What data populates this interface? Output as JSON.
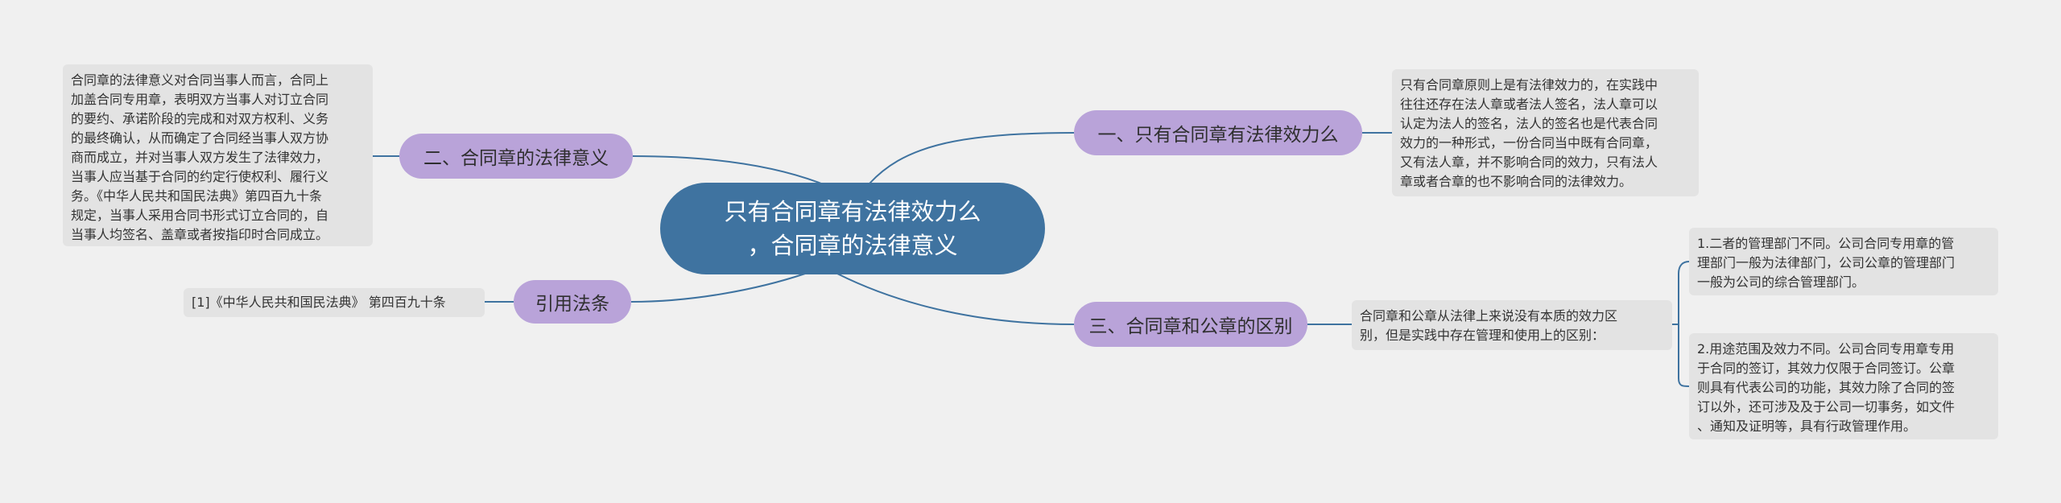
{
  "root": {
    "title": "只有合同章有法律效力么\n，合同章的法律意义"
  },
  "branches": {
    "b1": {
      "label": "一、只有合同章有法律效力么"
    },
    "b2": {
      "label": "二、合同章的法律意义"
    },
    "b3": {
      "label": "三、合同章和公章的区别"
    },
    "b4": {
      "label": "引用法条"
    }
  },
  "leaves": {
    "l1": "只有合同章原则上是有法律效力的，在实践中\n往往还存在法人章或者法人签名，法人章可以\n认定为法人的签名，法人的签名也是代表合同\n效力的一种形式，一份合同当中既有合同章，\n又有法人章，并不影响合同的效力，只有法人\n章或者合章的也不影响合同的法律效力。",
    "l2": "合同章的法律意义对合同当事人而言，合同上\n加盖合同专用章，表明双方当事人对订立合同\n的要约、承诺阶段的完成和对双方权利、义务\n的最终确认，从而确定了合同经当事人双方协\n商而成立，并对当事人双方发生了法律效力，\n当事人应当基于合同的约定行使权利、履行义\n务。《中华人民共和国民法典》第四百九十条\n规定，当事人采用合同书形式订立合同的，自\n当事人均签名、盖章或者按指印时合同成立。",
    "l3": "合同章和公章从法律上来说没有本质的效力区\n别，但是实践中存在管理和使用上的区别：",
    "l4": "[1]《中华人民共和国民法典》 第四百九十条",
    "l5": "1.二者的管理部门不同。公司合同专用章的管\n理部门一般为法律部门，公司公章的管理部门\n一般为公司的综合管理部门。",
    "l6": "2.用途范围及效力不同。公司合同专用章专用\n于合同的签订，其效力仅限于合同签订。公章\n则具有代表公司的功能，其效力除了合同的签\n订以外，还可涉及及于公司一切事务，如文件\n、通知及证明等，具有行政管理作用。"
  },
  "colors": {
    "background": "#f0f0f0",
    "root_fill": "#3f73a0",
    "branch_fill": "#b9a3d9",
    "leaf_fill": "#e3e3e3",
    "connector": "#3f73a0"
  }
}
